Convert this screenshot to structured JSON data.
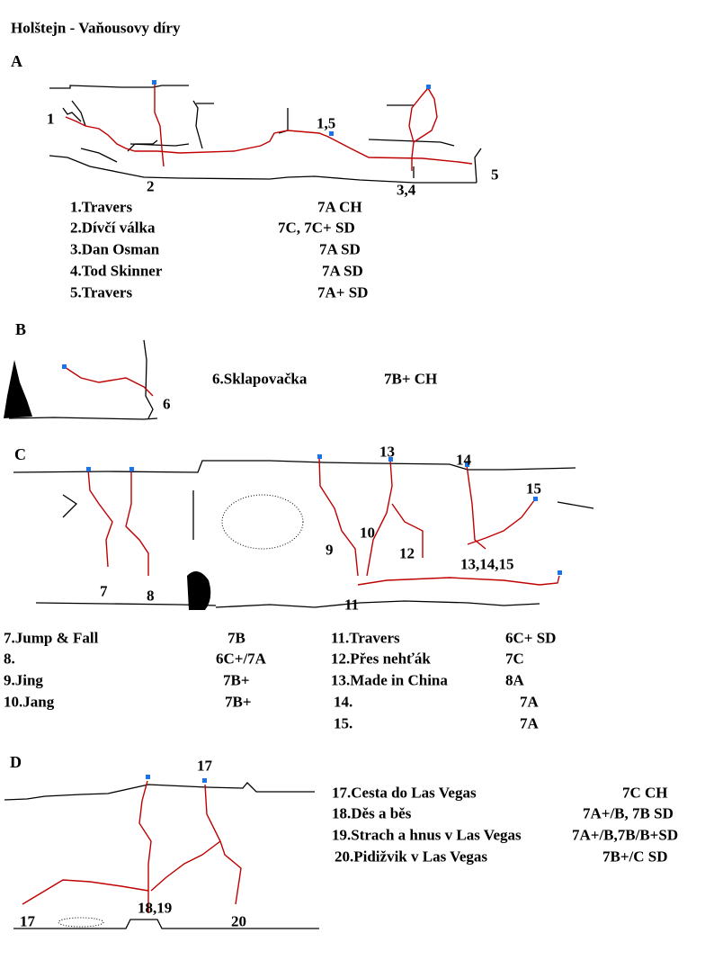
{
  "title": "Holštejn - Vaňousovy díry",
  "colors": {
    "route": "#c00000",
    "anchor": "#1a73e8",
    "rock": "#000000"
  },
  "sections": {
    "A": {
      "label": "A",
      "topo_labels": [
        "1",
        "1,5",
        "2",
        "3,4",
        "5"
      ],
      "routes": [
        {
          "name": "1.Travers",
          "grade": "7A CH"
        },
        {
          "name": "2.Dívčí válka",
          "grade": "7C, 7C+ SD"
        },
        {
          "name": "3.Dan Osman",
          "grade": "7A SD"
        },
        {
          "name": "4.Tod Skinner",
          "grade": "7A SD"
        },
        {
          "name": "5.Travers",
          "grade": "7A+ SD"
        }
      ]
    },
    "B": {
      "label": "B",
      "topo_labels": [
        "6"
      ],
      "routes": [
        {
          "name": "6.Sklapovačka",
          "grade": "7B+ CH"
        }
      ]
    },
    "C": {
      "label": "C",
      "topo_labels": [
        "7",
        "8",
        "9",
        "10",
        "11",
        "12",
        "13",
        "14",
        "15",
        "13,14,15"
      ],
      "routes": [
        {
          "name": "7.Jump & Fall",
          "grade": "7B"
        },
        {
          "name": "8.",
          "grade": "6C+/7A"
        },
        {
          "name": "9.Jing",
          "grade": "7B+"
        },
        {
          "name": "10.Jang",
          "grade": "7B+"
        },
        {
          "name": "11.Travers",
          "grade": "6C+ SD"
        },
        {
          "name": "12.Přes nehťák",
          "grade": "7C"
        },
        {
          "name": "13.Made in China",
          "grade": "8A"
        },
        {
          "name": "14.",
          "grade": "7A"
        },
        {
          "name": "15.",
          "grade": "7A"
        }
      ]
    },
    "D": {
      "label": "D",
      "topo_labels": [
        "17",
        "17",
        "18,19",
        "20"
      ],
      "routes": [
        {
          "name": "17.Cesta do Las Vegas",
          "grade": "7C CH"
        },
        {
          "name": "18.Děs a běs",
          "grade": "7A+/B, 7B SD"
        },
        {
          "name": "19.Strach a hnus v Las Vegas",
          "grade": "7A+/B,7B/B+SD"
        },
        {
          "name": "20.Pidižvik v Las Vegas",
          "grade": "7B+/C SD"
        }
      ]
    }
  }
}
